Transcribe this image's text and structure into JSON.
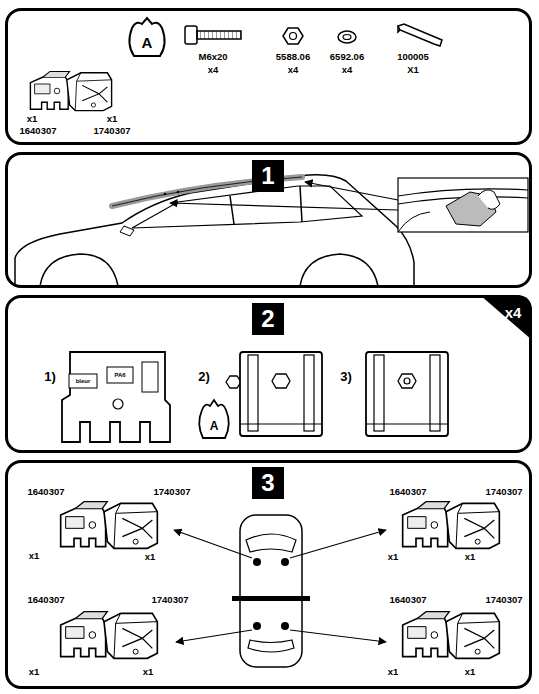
{
  "diagram": {
    "nodes": [
      {
        "text": [
          "A",
          "M6x20",
          "x4",
          "5588.06",
          "x4",
          "6592.06",
          "x4",
          "100005",
          "X1",
          "x1",
          "1640307",
          "x1",
          "1740307"
        ]
      },
      {
        "text": []
      },
      {
        "text": [
          "1"
        ],
        "in": 1
      },
      {
        "text": [
          "1)",
          "bleur",
          "PA6",
          "2)",
          "A",
          "3)"
        ]
      },
      {
        "text": [
          "2"
        ],
        "in": 3
      },
      {
        "text": [
          "x4"
        ],
        "in": 3
      },
      {
        "text": [
          "1640307",
          "1740307",
          "1640307",
          "1740307",
          "x1",
          "x1",
          "x1",
          "x1",
          "1640307",
          "1740307",
          "1640307",
          "1740307",
          "x1",
          "x1",
          "x1",
          "x1"
        ]
      },
      {
        "text": [
          "3"
        ],
        "in": 6
      }
    ]
  }
}
